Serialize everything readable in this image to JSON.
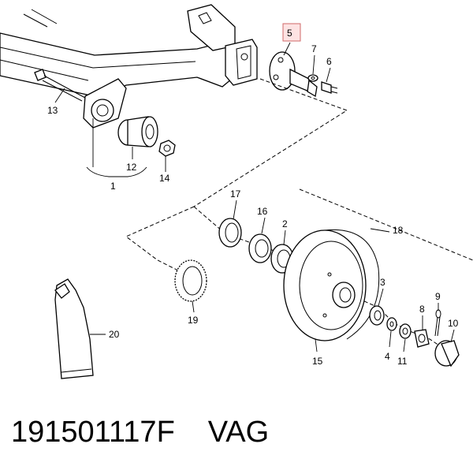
{
  "diagram": {
    "callouts": [
      {
        "id": "p1",
        "text": "1"
      },
      {
        "id": "p2",
        "text": "2"
      },
      {
        "id": "p3",
        "text": "3"
      },
      {
        "id": "p4",
        "text": "4"
      },
      {
        "id": "p5",
        "text": "5"
      },
      {
        "id": "p6",
        "text": "6"
      },
      {
        "id": "p7",
        "text": "7"
      },
      {
        "id": "p8",
        "text": "8"
      },
      {
        "id": "p9",
        "text": "9"
      },
      {
        "id": "p10",
        "text": "10"
      },
      {
        "id": "p11",
        "text": "11"
      },
      {
        "id": "p12",
        "text": "12"
      },
      {
        "id": "p13",
        "text": "13"
      },
      {
        "id": "p14",
        "text": "14"
      },
      {
        "id": "p15",
        "text": "15"
      },
      {
        "id": "p16",
        "text": "16"
      },
      {
        "id": "p17",
        "text": "17"
      },
      {
        "id": "p18",
        "text": "18"
      },
      {
        "id": "p19",
        "text": "19"
      },
      {
        "id": "p20",
        "text": "20"
      }
    ],
    "highlighted_callout": "5"
  },
  "footer": {
    "part_number": "191501117F",
    "brand": "VAG"
  }
}
